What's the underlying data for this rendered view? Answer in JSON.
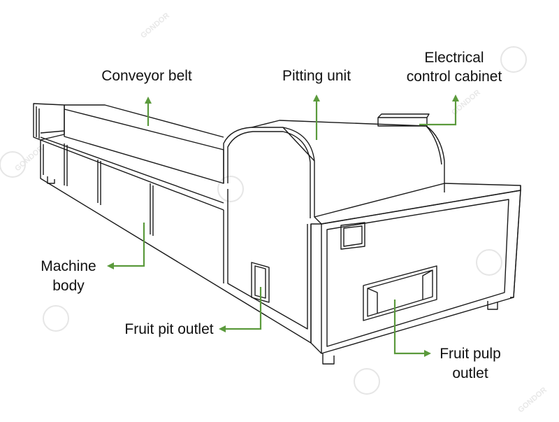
{
  "labels": {
    "conveyor_belt": "Conveyor belt",
    "pitting_unit": "Pitting unit",
    "electrical_line1": "Electrical",
    "electrical_line2": "control cabinet",
    "machine_body_line1": "Machine",
    "machine_body_line2": "body",
    "fruit_pit_outlet": "Fruit pit outlet",
    "fruit_pulp_line1": "Fruit pulp",
    "fruit_pulp_line2": "outlet"
  },
  "watermark": "GONDOR",
  "colors": {
    "arrow": "#5b9a3c",
    "line": "#1a1a1a",
    "text": "#111111",
    "watermark": "#e6e6e6"
  }
}
